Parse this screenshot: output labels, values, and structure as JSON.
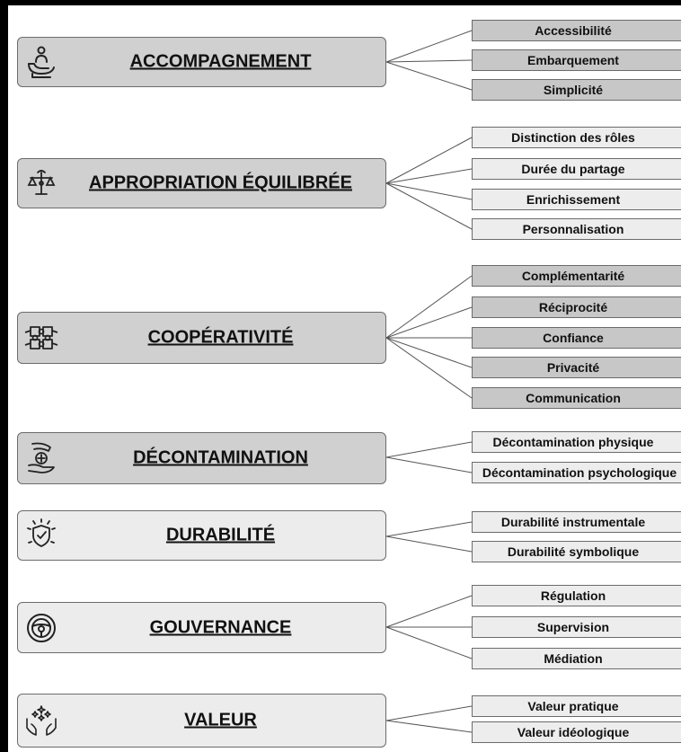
{
  "categories": [
    {
      "label": "ACCOMPAGNEMENT",
      "icon": "hand-holding-person-icon",
      "items": [
        "Accessibilité",
        "Embarquement",
        "Simplicité"
      ]
    },
    {
      "label": "APPROPRIATION ÉQUILIBRÉE",
      "icon": "balance-scale-icon",
      "items": [
        "Distinction des rôles",
        "Durée du partage",
        "Enrichissement",
        "Personnalisation"
      ]
    },
    {
      "label": "COOPÉRATIVITÉ",
      "icon": "puzzle-cooperation-icon",
      "items": [
        "Complémentarité",
        "Réciprocité",
        "Confiance",
        "Privacité",
        "Communication"
      ]
    },
    {
      "label": "DÉCONTAMINATION",
      "icon": "hands-medical-shield-icon",
      "items": [
        "Décontamination  physique",
        "Décontamination  psychologique"
      ]
    },
    {
      "label": "DURABILITÉ",
      "icon": "shield-check-icon",
      "items": [
        "Durabilité instrumentale",
        "Durabilité symbolique"
      ]
    },
    {
      "label": "GOUVERNANCE",
      "icon": "steering-wheel-icon",
      "items": [
        "Régulation",
        "Supervision",
        "Médiation"
      ]
    },
    {
      "label": "VALEUR",
      "icon": "hands-sparkle-icon",
      "items": [
        "Valeur pratique",
        "Valeur idéologique"
      ]
    }
  ]
}
